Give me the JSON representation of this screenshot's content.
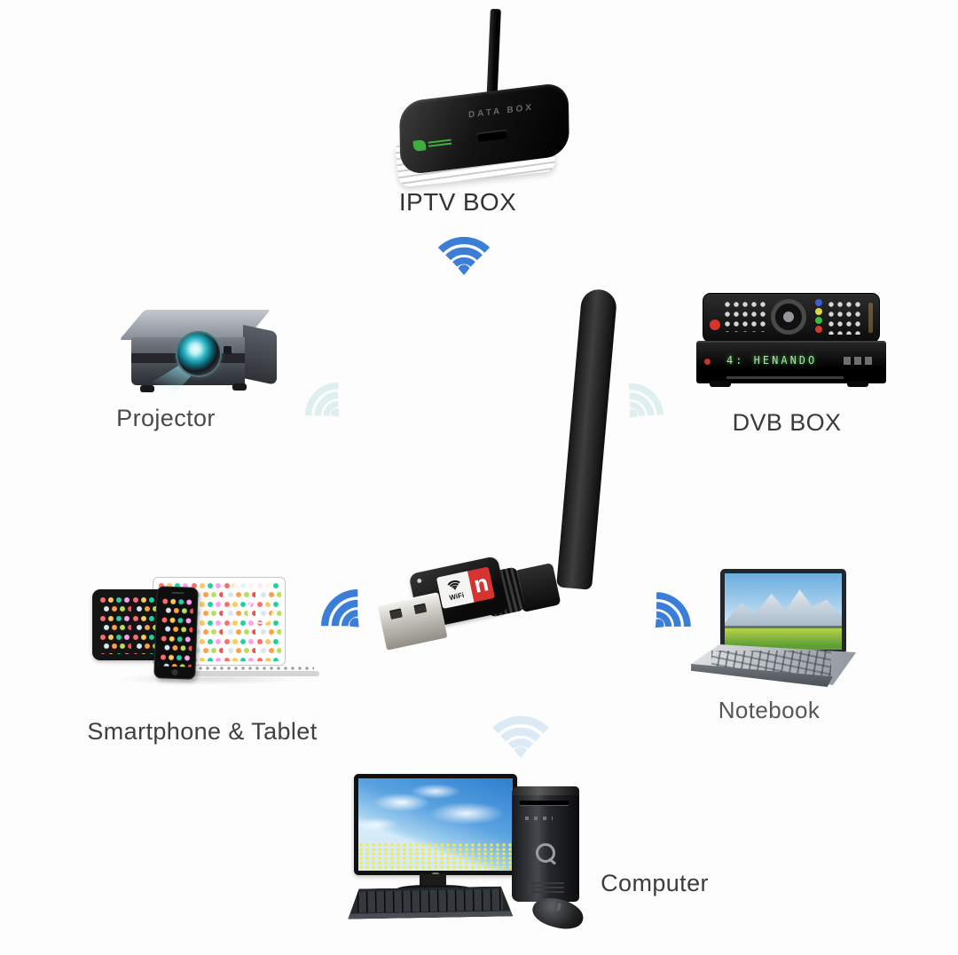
{
  "background": "#fdfdfd",
  "colors": {
    "wifi_blue": "#3b7ed8",
    "wifi_faint_teal": "#bcdfe2",
    "wifi_faint_blue": "#cfe2f4",
    "label_text": "#3f3f3f",
    "adapter_label_red": "#d63333",
    "dvb_display_green": "#9fe89f"
  },
  "labels": {
    "iptv": "IPTV BOX",
    "projector": "Projector",
    "dvb": "DVB BOX",
    "smartphone_tablet": "Smartphone & Tablet",
    "notebook": "Notebook",
    "computer": "Computer"
  },
  "adapter": {
    "wifi_text": "WiFi",
    "n_text": "n"
  },
  "iptv_box": {
    "top_text": "DATA BOX"
  },
  "dvb_box": {
    "display_text": "4: HENANDO"
  }
}
